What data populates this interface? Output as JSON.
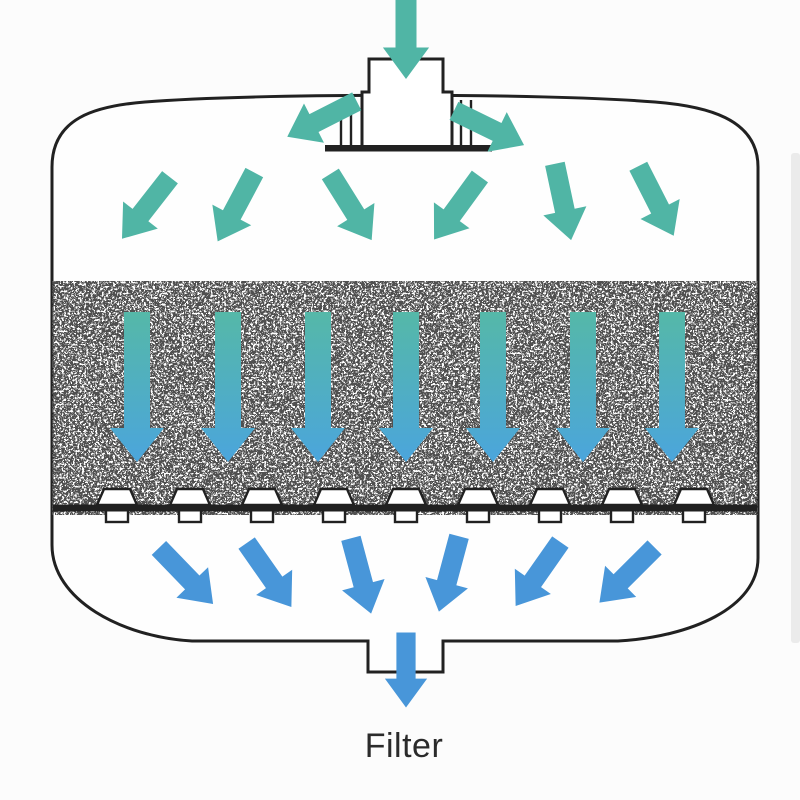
{
  "diagram": {
    "label": "Filter",
    "colors": {
      "background": "#fcfcfc",
      "vessel_fill": "#fefefe",
      "outline": "#212121",
      "teal": "#50b5a5",
      "blue": "#4896d9",
      "media_gradient_top": "#55b8a8",
      "media_gradient_bottom": "#4ba5dc",
      "label_color": "#2b2b2b",
      "edge_strip": "#ebebeb",
      "nozzle_fill": "#ffffff"
    },
    "counts": {
      "inlet_arrow": 1,
      "inlet_side_arrows": 2,
      "distribution_arrows": 6,
      "media_arrows": 7,
      "collection_arrows": 6,
      "outlet_arrow": 1,
      "nozzle_caps": 9,
      "nozzle_stems": 9
    }
  }
}
